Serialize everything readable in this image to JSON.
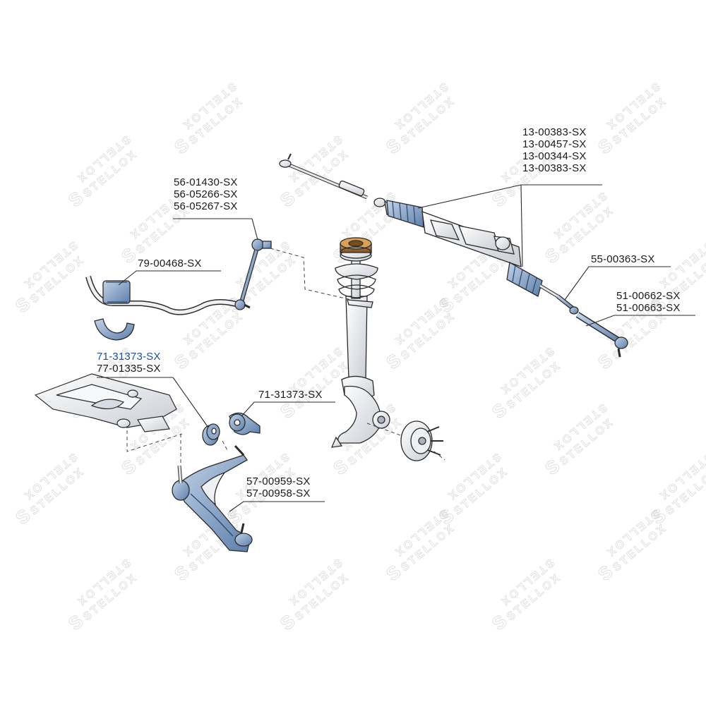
{
  "brand": {
    "watermark_text": "STELLOX"
  },
  "colors": {
    "part_blue": "#8fa9cc",
    "part_blue_dark": "#3c5f8f",
    "part_grey": "#e3e6ea",
    "outline": "#2b2b2b",
    "top_mount": "#b07a3c",
    "highlight_text": "#1f4fa0"
  },
  "callouts": {
    "steering_rack_boots": [
      "13-00383-SX",
      "13-00457-SX",
      "13-00344-SX",
      "13-00383-SX"
    ],
    "stabilizer_link": [
      "56-01430-SX",
      "56-05266-SX",
      "56-05267-SX"
    ],
    "stabilizer_bushing": [
      "79-00468-SX"
    ],
    "inner_tie_rod": [
      "55-00363-SX"
    ],
    "tie_rod_end": [
      "51-00662-SX",
      "51-00663-SX"
    ],
    "control_arm_bushing_front": [
      "71-31373-SX",
      "77-01335-SX"
    ],
    "control_arm_bushing_rear": [
      "71-31373-SX"
    ],
    "control_arm": [
      "57-00959-SX",
      "57-00958-SX"
    ]
  }
}
